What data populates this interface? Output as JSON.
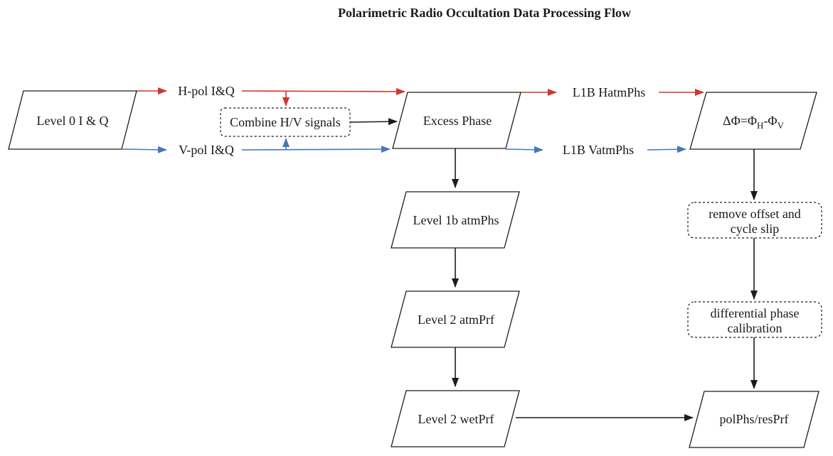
{
  "title": "Polarimetric Radio Occultation Data Processing Flow",
  "colors": {
    "h_pol": "#cf372f",
    "v_pol": "#4676bd",
    "black": "#1c1c1c"
  },
  "nodes": {
    "level0": {
      "label": "Level 0 I & Q"
    },
    "combine": {
      "label": "Combine H/V signals"
    },
    "excess": {
      "label": "Excess Phase"
    },
    "delta_phi": {
      "p1": "ΔΦ=Φ",
      "sub1": "H",
      "p2": "-Φ",
      "sub2": "V"
    },
    "atmphs": {
      "label": "Level 1b atmPhs"
    },
    "atmprf": {
      "label": "Level 2 atmPrf"
    },
    "wetprf": {
      "label": "Level 2 wetPrf"
    },
    "remove_offset": {
      "line1": "remove offset and",
      "line2": "cycle slip"
    },
    "diff_cal": {
      "line1": "differential phase",
      "line2": "calibration"
    },
    "polphs": {
      "label": "polPhs/resPrf"
    }
  },
  "edges": {
    "h_pol_iq": "H-pol I&Q",
    "v_pol_iq": "V-pol I&Q",
    "l1b_hatmphs": "L1B HatmPhs",
    "l1b_vatmphs": "L1B VatmPhs"
  }
}
